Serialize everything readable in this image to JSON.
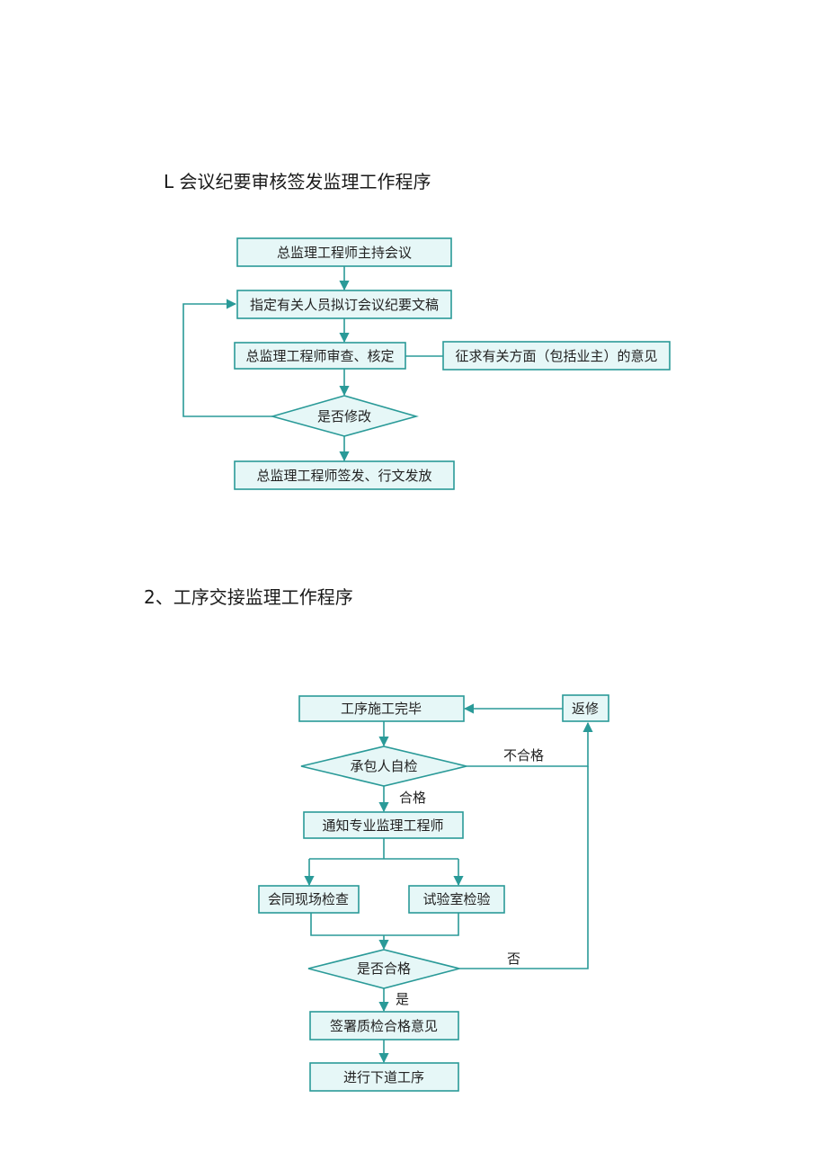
{
  "headings": {
    "h1": "L 会议纪要审核签发监理工作程序",
    "h2": "2、工序交接监理工作程序"
  },
  "flow1": {
    "n1": "总监理工程师主持会议",
    "n2": "指定有关人员拟订会议纪要文稿",
    "n3": "总监理工程师审查、核定",
    "n3b": "征求有关方面（包括业主）的意见",
    "d1": "是否修改",
    "n4": "总监理工程师签发、行文发放"
  },
  "flow2": {
    "n1": "工序施工完毕",
    "rework": "返修",
    "d1": "承包人自检",
    "fail_label": "不合格",
    "pass_label": "合格",
    "n2": "通知专业监理工程师",
    "n3a": "会同现场检查",
    "n3b": "试验室检验",
    "d2": "是否合格",
    "no_label": "否",
    "yes_label": "是",
    "n4": "签署质检合格意见",
    "n5": "进行下道工序"
  },
  "colors": {
    "node_fill": "#e6f7f7",
    "node_stroke": "#2a9a98",
    "edge": "#2a9a98"
  }
}
